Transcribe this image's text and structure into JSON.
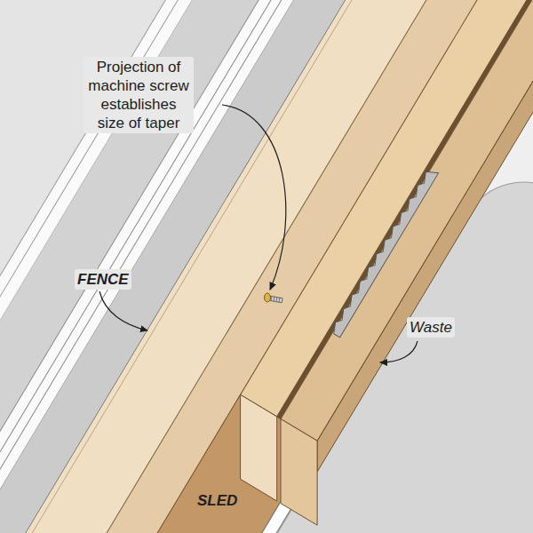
{
  "diagram": {
    "labels": [
      "Projection of machine screw establishes size of taper",
      "FENCE",
      "Waste",
      "SLED"
    ]
  }
}
